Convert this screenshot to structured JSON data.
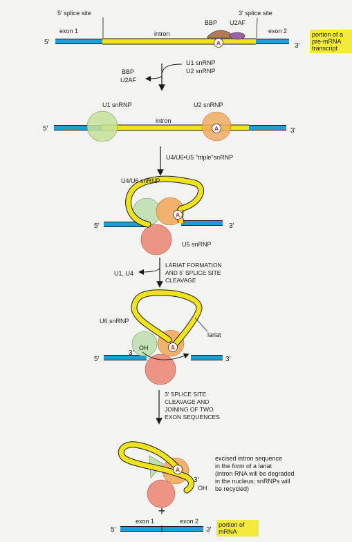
{
  "labels": {
    "splice5": "5′ splice site",
    "splice3": "3′ splice site",
    "bbp": "BBP",
    "u2af": "U2AF",
    "exon1": "exon 1",
    "exon2": "exon 2",
    "intron": "intron",
    "five": "5′",
    "three": "3′",
    "u1u2_line1": "U1 snRNP",
    "u1u2_line2": "U2 snRNP",
    "bbp2": "BBP",
    "u2af2": "U2AF",
    "u1snrnp": "U1 snRNP",
    "u2snrnp": "U2 snRNP",
    "triple": "U4/U6•U5 \"triple\"snRNP",
    "u4u6": "U4/U6 snRNP",
    "u5": "U5 snRNP",
    "u1u4": "U1, U4",
    "lariat_step_1": "LARIAT FORMATION",
    "lariat_step_2": "AND 5′ SPLICE SITE",
    "lariat_step_3": "CLEAVAGE",
    "lariat": "lariat",
    "u6snrnp": "U6 snRNP",
    "oh": "OH",
    "step3_1": "3′ SPLICE SITE",
    "step3_2": "CLEAVAGE AND",
    "step3_3": "JOINING OF TWO",
    "step3_4": "EXON SEQUENCES",
    "excised_1": "excised intron sequence",
    "excised_2": "in the form of a lariat",
    "excised_3": "(intron RNA will be degraded",
    "excised_4": "in the nucleus; snRNPs will",
    "excised_5": "be recycled)",
    "plus": "+",
    "a": "A"
  },
  "notes": {
    "pre_mrna_1": "portion of a",
    "pre_mrna_2": "pre-mRNA",
    "pre_mrna_3": "transcript",
    "mrna_1": "portion of",
    "mrna_2": "mRNA"
  },
  "colors": {
    "exon": "#1aa0d8",
    "intron": "#f0e21c",
    "u1": "#c6e29a",
    "u2": "#f2ad62",
    "u5": "#ee9484",
    "u6": "#bfe0b3",
    "bbp": "#b27b58",
    "u2af": "#9a62a8",
    "note": "#f4ea3c"
  }
}
